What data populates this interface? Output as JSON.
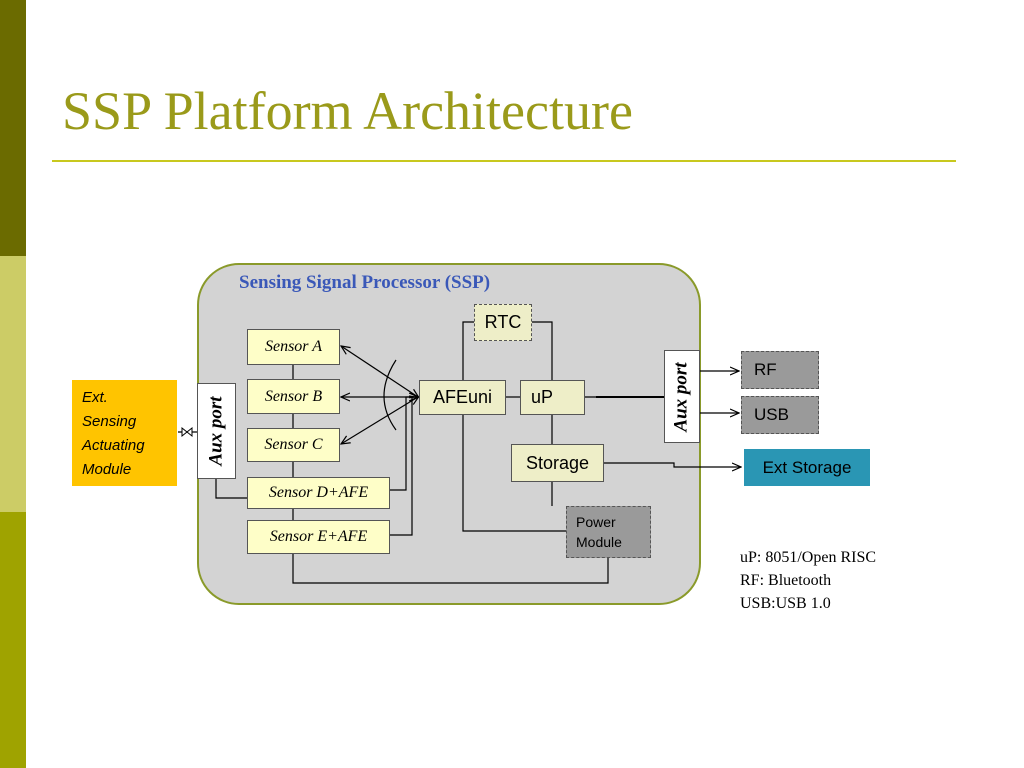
{
  "slide": {
    "title": "SSP Platform Architecture",
    "colors": {
      "accent": "#9a9a1a",
      "stripe_dark": "#6b6b00",
      "stripe_light": "#cccc66",
      "stripe_mid": "#9fa300"
    }
  },
  "diagram": {
    "container_label": "Sensing Signal Processor (SSP)",
    "sensors": [
      "Sensor A",
      "Sensor B",
      "Sensor C",
      "Sensor D+AFE",
      "Sensor E+AFE"
    ],
    "blocks": {
      "rtc": "RTC",
      "afeuni": "AFEuni",
      "up": "uP",
      "storage": "Storage",
      "power": [
        "Power",
        "Module"
      ]
    },
    "aux_port_left": "Aux port",
    "aux_port_right": "Aux port",
    "ext_sensing": [
      "Ext.",
      "Sensing",
      "Actuating",
      "Module"
    ],
    "outputs": {
      "rf": "RF",
      "usb": "USB",
      "ext_storage": "Ext Storage"
    },
    "colors": {
      "container": "#d3d3d3",
      "sensor": "#fefec8",
      "block": "#eeeec8",
      "external": "#ffc400",
      "ext_storage": "#2a96b4",
      "peripheral": "#9a9a9a"
    }
  },
  "notes": [
    "uP: 8051/Open RISC",
    "RF: Bluetooth",
    "USB:USB 1.0"
  ]
}
